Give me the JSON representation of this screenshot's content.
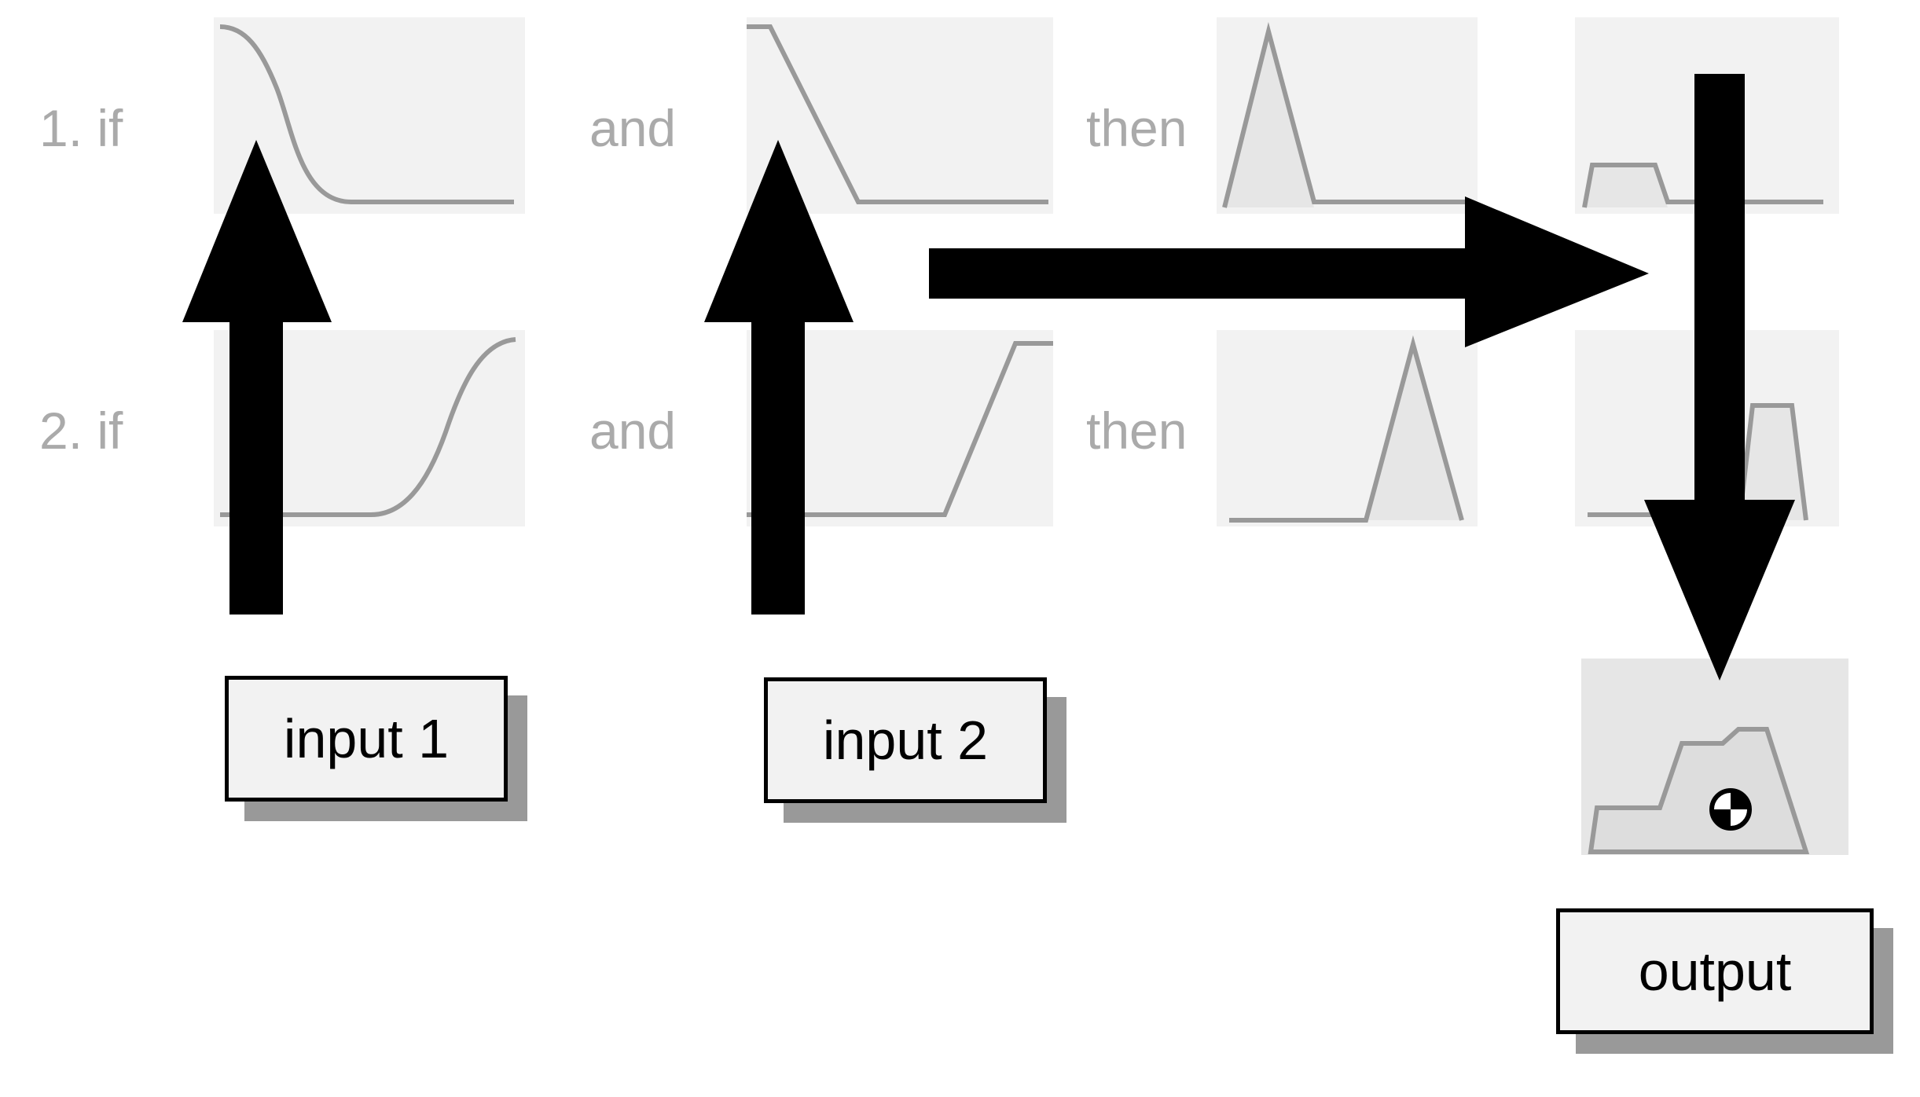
{
  "rules": [
    {
      "prefix": "1. if",
      "conjunction": "and",
      "consequent": "then"
    },
    {
      "prefix": "2. if",
      "conjunction": "and",
      "consequent": "then"
    }
  ],
  "boxes": {
    "input1": "input 1",
    "input2": "input 2",
    "output": "output"
  },
  "colors": {
    "curve": "#999999",
    "panel_bg": "#f2f2f2",
    "output_panel_bg": "#e6e6e6",
    "arrow": "#000000",
    "label": "#aaaaaa",
    "box_shadow": "#999999"
  }
}
